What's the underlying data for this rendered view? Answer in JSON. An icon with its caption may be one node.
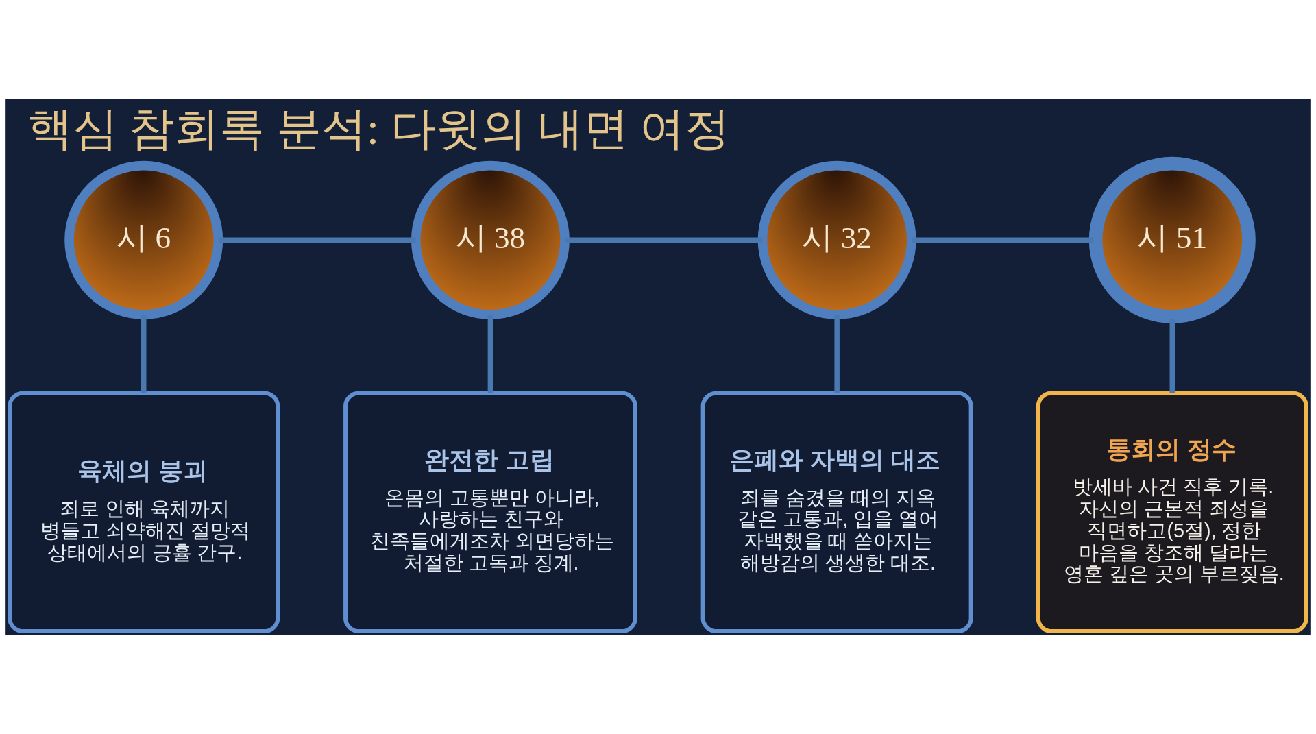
{
  "diagram": {
    "title": "핵심 참회록 분석: 다윗의 내면 여정",
    "nodes": [
      {
        "text": [
          "시 6"
        ]
      },
      {
        "text": [
          "시 38"
        ]
      },
      {
        "text": [
          "시 32"
        ]
      },
      {
        "text": [
          "시 51"
        ]
      },
      {
        "text": [
          "육체의 붕괴",
          "죄로 인해 육체까지 병들고 쇠약해진 절망적 상태에서의 긍휼 간구."
        ]
      },
      {
        "text": [
          "완전한 고립",
          "온몸의 고통뿐만 아니라, 사랑하는 친구와 친족들에게조차 외면당하는 처절한 고독과 징계."
        ]
      },
      {
        "text": [
          "은폐와 자백의 대조",
          "죄를 숨겼을 때의 지옥 같은 고통과, 입을 열어 자백했을 때 쏟아지는 해방감의 생생한 대조."
        ]
      },
      {
        "text": [
          "통회의 정수",
          "밧세바 사건 직후 기록. 자신의 근본적 죄성을 직면하고(5절), 정한 마음을 창조해 달라는 영혼 깊은 곳의 부르짖음."
        ]
      }
    ],
    "edges": [
      {
        "from": 0,
        "to": 1,
        "arrow": "none"
      },
      {
        "from": 1,
        "to": 2,
        "arrow": "none"
      },
      {
        "from": 2,
        "to": 3,
        "arrow": "none"
      },
      {
        "from": 0,
        "to": 4,
        "arrow": "none"
      },
      {
        "from": 1,
        "to": 5,
        "arrow": "none"
      },
      {
        "from": 2,
        "to": 6,
        "arrow": "none"
      },
      {
        "from": 3,
        "to": 7,
        "arrow": "none"
      }
    ]
  }
}
